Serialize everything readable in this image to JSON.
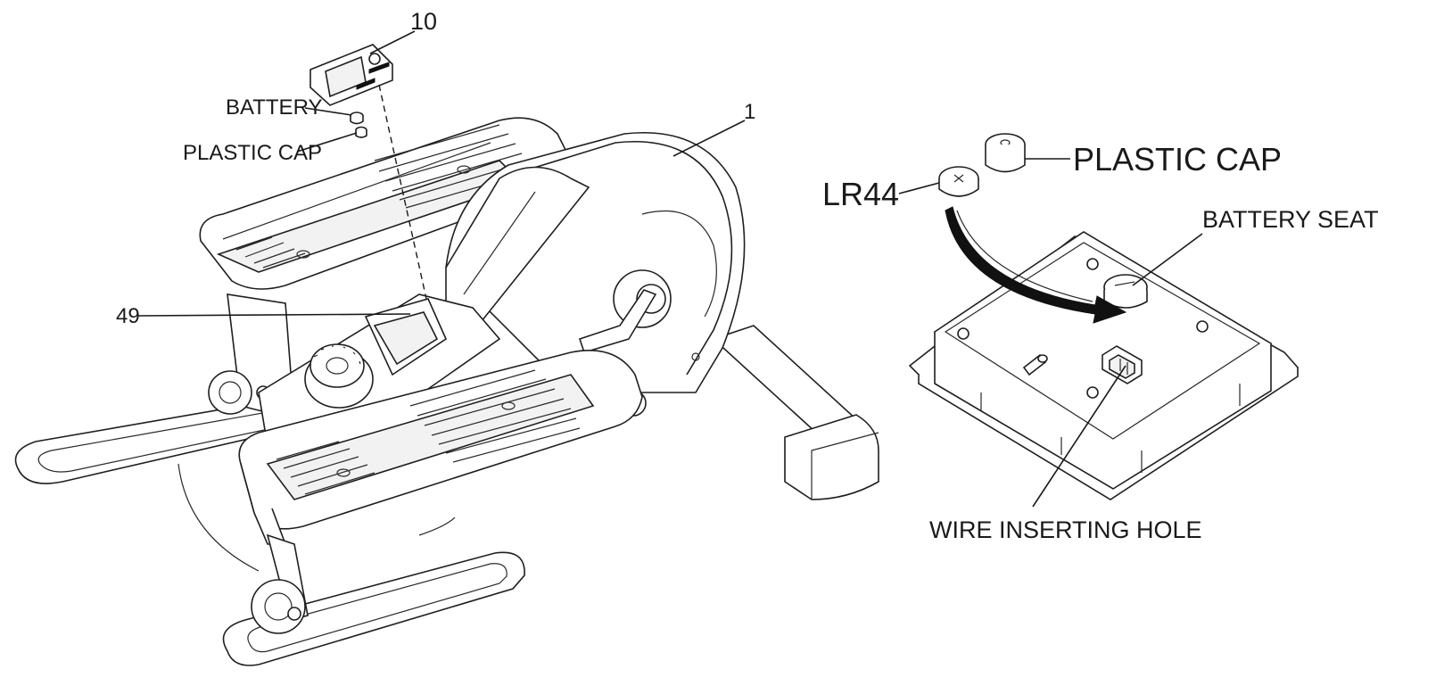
{
  "labels": {
    "part_10": "10",
    "part_1": "1",
    "part_49": "49",
    "battery": "BATTERY",
    "plastic_cap_small": "PLASTIC CAP",
    "plastic_cap_large": "PLASTIC CAP",
    "lr44": "LR44",
    "battery_seat": "BATTERY SEAT",
    "wire_inserting_hole": "WIRE INSERTING HOLE"
  }
}
